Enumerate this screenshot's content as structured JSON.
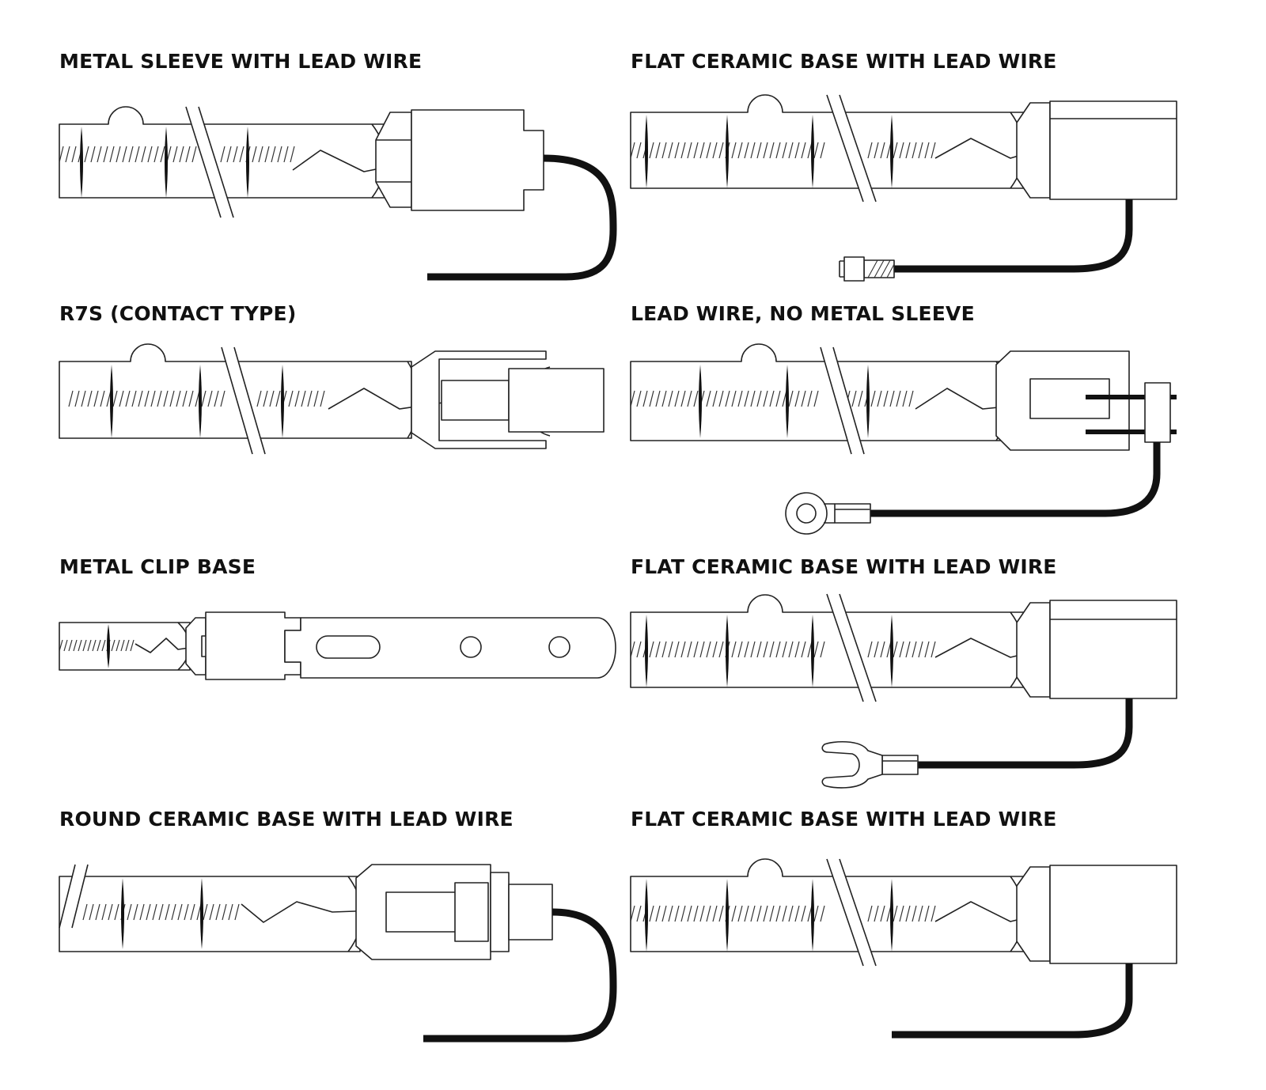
{
  "diagrams": [
    {
      "title": "METAL SLEEVE WITH LEAD WIRE",
      "termination": "lead-wire"
    },
    {
      "title": "FLAT CERAMIC BASE WITH LEAD WIRE",
      "termination": "crimp-terminal"
    },
    {
      "title": "R7S (CONTACT TYPE)",
      "termination": "contact"
    },
    {
      "title": "LEAD WIRE, NO METAL SLEEVE",
      "termination": "ring-terminal"
    },
    {
      "title": "METAL CLIP BASE",
      "termination": "clip"
    },
    {
      "title": "FLAT CERAMIC BASE WITH LEAD WIRE",
      "termination": "fork-terminal"
    },
    {
      "title": "ROUND CERAMIC BASE WITH LEAD WIRE",
      "termination": "lead-wire"
    },
    {
      "title": "FLAT CERAMIC BASE WITH LEAD WIRE",
      "termination": "lead-wire"
    }
  ],
  "colors": {
    "line": "#222222",
    "cable": "#111111",
    "background": "#ffffff"
  }
}
